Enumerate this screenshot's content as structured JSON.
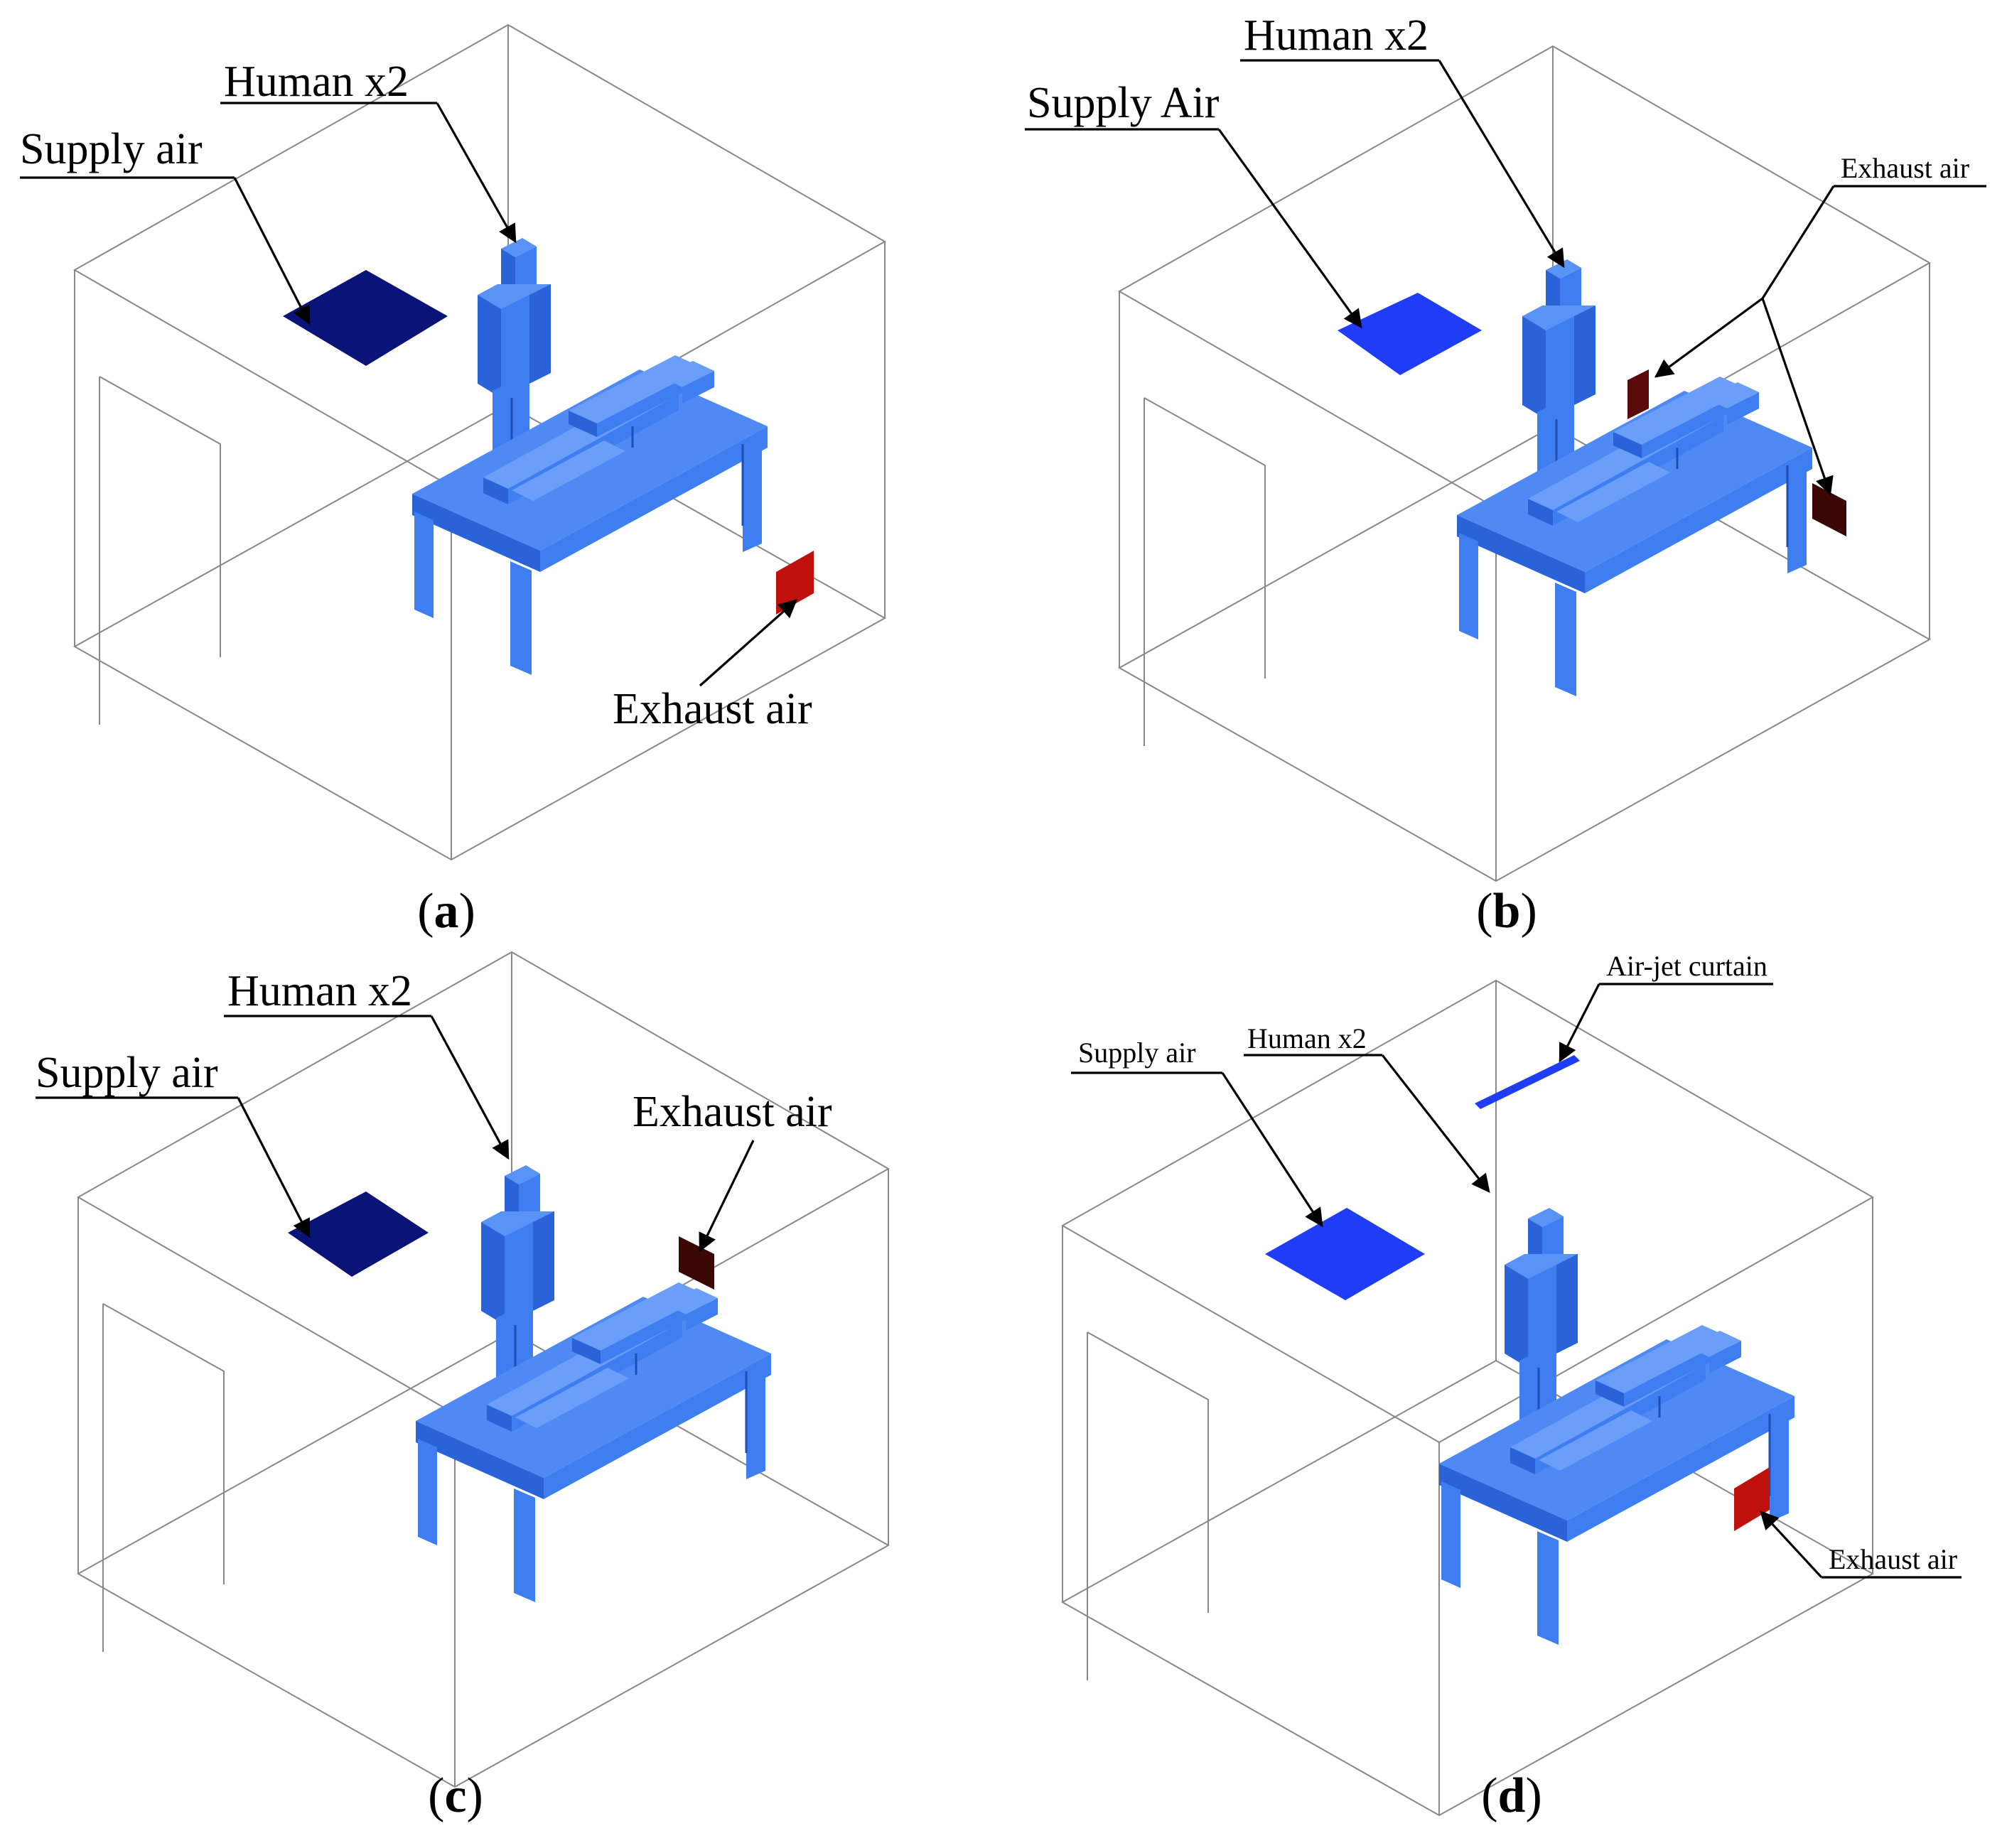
{
  "panels": [
    {
      "id": "a",
      "caption_open": "(",
      "caption_letter": "a",
      "caption_close": ")",
      "labels": {
        "human": "Human x2",
        "supply": "Supply air",
        "exhaust": "Exhaust air"
      },
      "colors": {
        "supply": "#0a1478",
        "exhaust": "#c0100c",
        "body": "#3e7ef0"
      }
    },
    {
      "id": "b",
      "caption_open": "(",
      "caption_letter": "b",
      "caption_close": ")",
      "labels": {
        "human": "Human x2",
        "supply": "Supply Air",
        "exhaust": "Exhaust air"
      },
      "colors": {
        "supply": "#1f3cf6",
        "exhaust": "#3a0606",
        "body": "#3e7ef0"
      }
    },
    {
      "id": "c",
      "caption_open": "(",
      "caption_letter": "c",
      "caption_close": ")",
      "labels": {
        "human": "Human x2",
        "supply": "Supply air",
        "exhaust": "Exhaust air"
      },
      "colors": {
        "supply": "#0a1478",
        "exhaust": "#3a0606",
        "body": "#3e7ef0"
      }
    },
    {
      "id": "d",
      "caption_open": "(",
      "caption_letter": "d",
      "caption_close": ")",
      "labels": {
        "human": "Human x2",
        "supply": "Supply air",
        "exhaust": "Exhaust air",
        "curtain": "Air-jet curtain"
      },
      "colors": {
        "supply": "#1f3cf6",
        "exhaust": "#c0100c",
        "body": "#3e7ef0",
        "curtain": "#1f3cf6"
      }
    }
  ]
}
